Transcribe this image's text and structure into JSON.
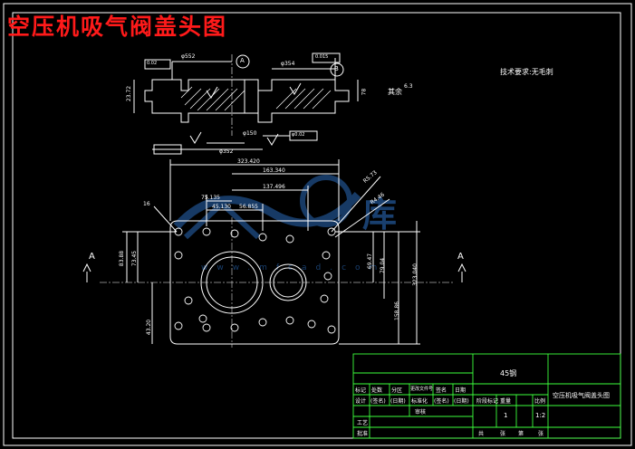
{
  "drawing": {
    "title": "空压机吸气阀盖头图",
    "tech_requirements": "技术要求:无毛刺",
    "roughness_note": "其余",
    "roughness_value": "6.3",
    "section_label_left": "A",
    "section_label_right": "A",
    "datum_a": "A",
    "datum_b": "B",
    "watermark": "沐风图库",
    "watermark_url": "www.mfcad.com"
  },
  "dimensions": {
    "d_top_1": "φ552",
    "d_top_2": "φ354",
    "d_tol_1": "0.02",
    "d_tol_2": "0.015",
    "d_bottom_1": "φ352",
    "d_bottom_2": "φ150",
    "d_bottom_3": "φ0.02",
    "d_width_overall": "323.420",
    "d_width_1": "163.340",
    "d_width_2": "137.496",
    "d_width_3": "75.135",
    "d_width_4": "45.130",
    "d_width_5": "56.855",
    "d_left_1": "83.88",
    "d_left_2": "73.45",
    "d_left_3": "43.20",
    "d_right_1": "69.47",
    "d_right_2": "79.04",
    "d_right_3": "158.86",
    "d_right_4": "323.040",
    "d_radial_1": "R5.73",
    "d_radial_2": "R4.46",
    "d_side_1": "78",
    "d_side_2": "23.72",
    "d_small": "16"
  },
  "title_block": {
    "material": "45钢",
    "part_name": "空压机吸气阀盖头图",
    "row1": [
      "标记",
      "处数",
      "分区",
      "更改文件号",
      "签名",
      "日期"
    ],
    "row2": [
      "设计",
      "(签名)",
      "(日期)",
      "标准化",
      "(签名)",
      "(日期)"
    ],
    "stage_headers": [
      "阶段标记",
      "重量",
      "比例"
    ],
    "count": "1",
    "scale": "1:2",
    "review": "审核",
    "process": "工艺",
    "approve": "批准",
    "sheet": [
      "共",
      "张",
      "第",
      "张"
    ]
  },
  "colors": {
    "border": "#ffffff",
    "title": "#ff1a1a",
    "lines": "#ffffff",
    "title_block": "#3cff3c",
    "watermark": "#2a6ab8"
  }
}
